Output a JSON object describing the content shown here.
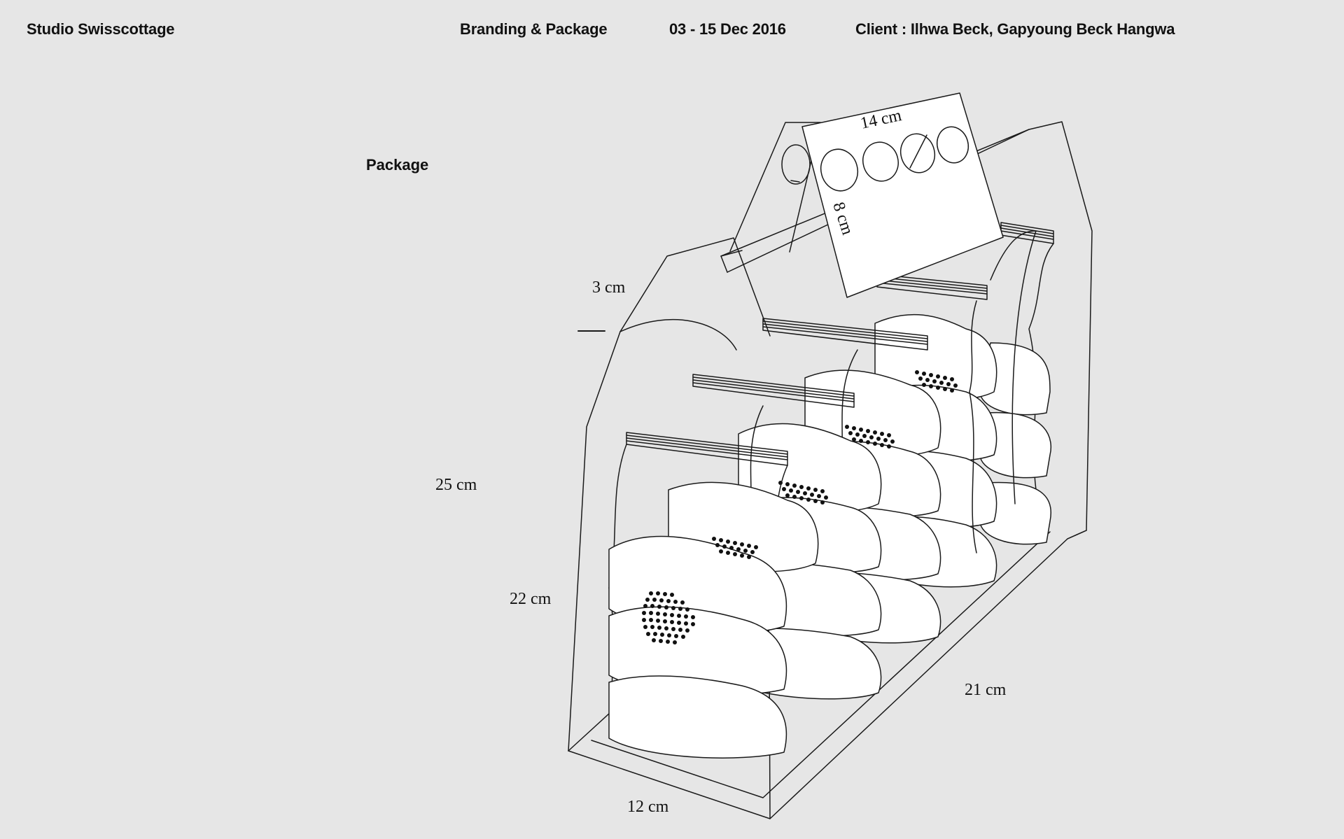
{
  "header": {
    "studio": "Studio Swisscottage",
    "category": "Branding & Package",
    "dates": "03 - 15 Dec 2016",
    "client": "Client : Ilhwa Beck, Gapyoung Beck Hangwa"
  },
  "section": {
    "title": "Package"
  },
  "diagram": {
    "dimensions": {
      "card_width": "14 cm",
      "card_height": "8 cm",
      "shoulder": "3 cm",
      "box_height": "25 cm",
      "bag_height": "22 cm",
      "box_length": "21 cm",
      "box_depth": "12 cm"
    }
  }
}
